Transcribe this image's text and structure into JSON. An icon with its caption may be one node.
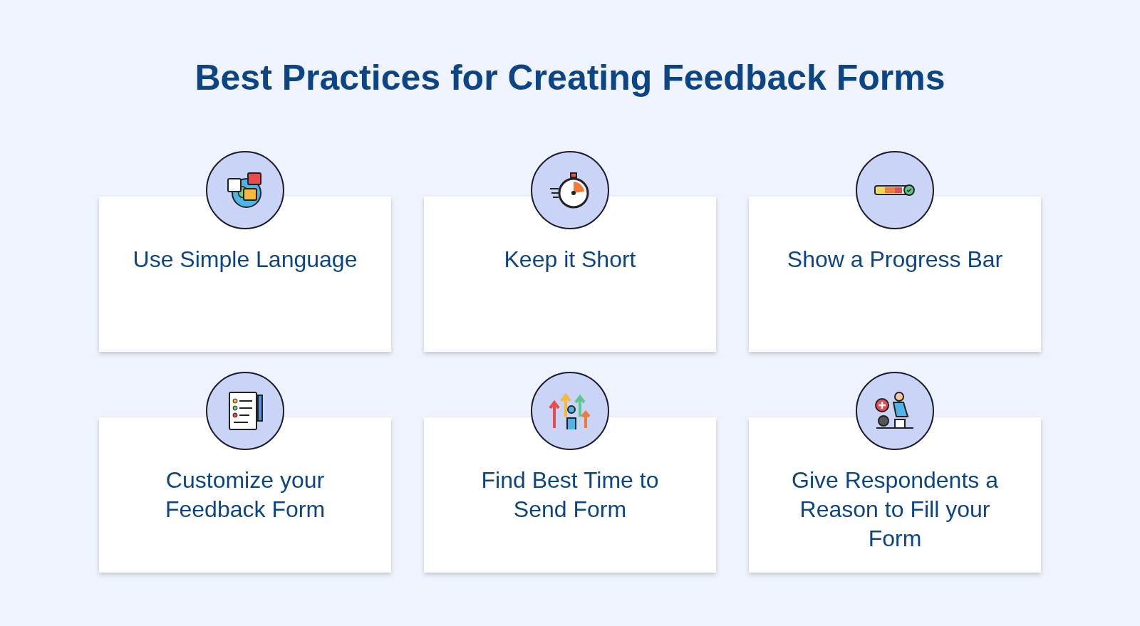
{
  "diagram": {
    "title": "Best Practices for Creating Feedback Forms",
    "nodes": [
      {
        "text": [
          "Use Simple Language"
        ]
      },
      {
        "text": [
          "Keep it Short"
        ]
      },
      {
        "text": [
          "Show a Progress Bar"
        ]
      },
      {
        "text": [
          "Customize your Feedback Form"
        ]
      },
      {
        "text": [
          "Find Best Time to Send Form"
        ]
      },
      {
        "text": [
          "Give Respondents a Reason to Fill your Form"
        ]
      }
    ]
  }
}
